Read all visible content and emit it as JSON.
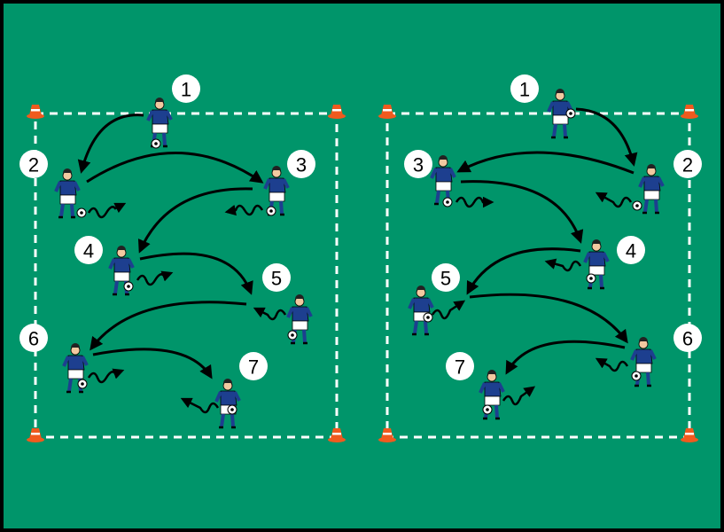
{
  "colors": {
    "pitch": "#00956a",
    "border": "#000000",
    "shirt": "#1d3f8f",
    "shorts": "#ffffff",
    "cone": "#f05a1e"
  },
  "diagrams": [
    {
      "name": "left",
      "labels": [
        "1",
        "2",
        "3",
        "4",
        "5",
        "6",
        "7"
      ]
    },
    {
      "name": "right",
      "labels": [
        "1",
        "2",
        "3",
        "4",
        "5",
        "6",
        "7"
      ]
    }
  ]
}
